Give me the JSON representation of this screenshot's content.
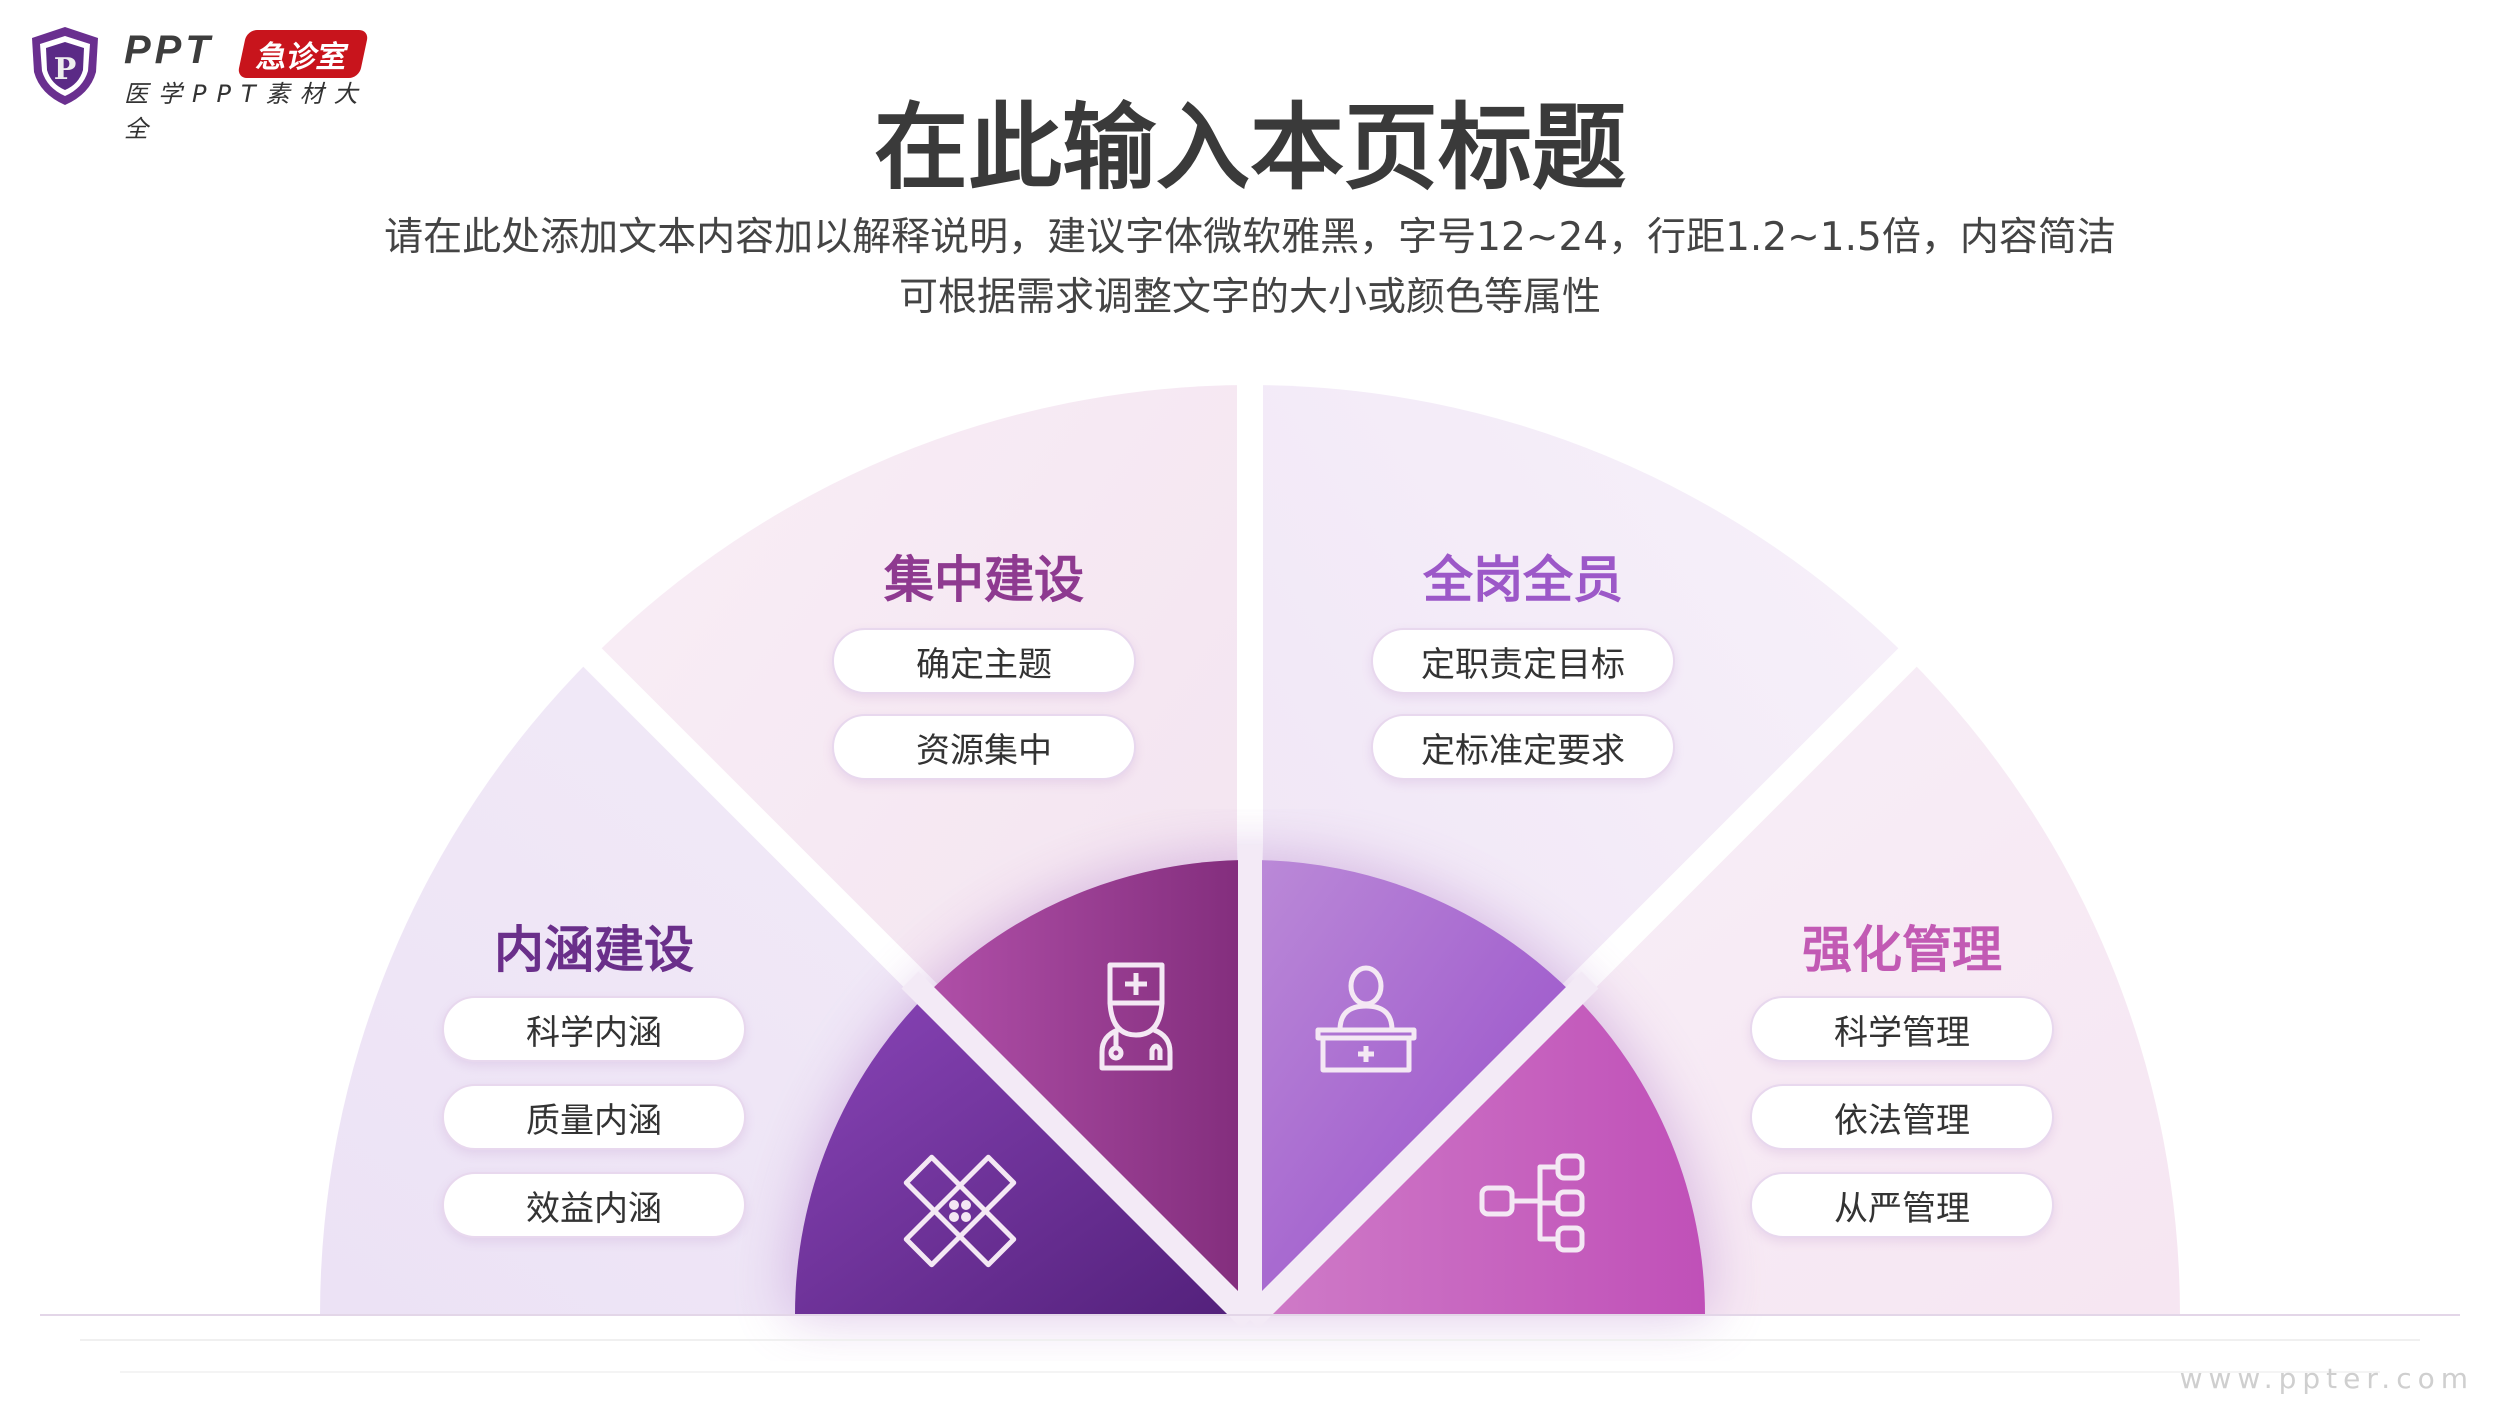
{
  "logo": {
    "brand": "PPT",
    "badge": "急诊室",
    "tagline": "医学PPT素材大全",
    "shield_letter": "P"
  },
  "header": {
    "title": "在此输入本页标题",
    "subtitle_lines": [
      "请在此处添加文本内容加以解释说明，建议字体微软雅黑，字号12~24，行距1.2~1.5倍，内容简洁",
      "可根据需求调整文字的大小或颜色等属性"
    ]
  },
  "sections": [
    {
      "title": "内涵建设",
      "color": "#6a2f8a",
      "items": [
        "科学内涵",
        "质量内涵",
        "效益内涵"
      ],
      "icon": "bandage-icon"
    },
    {
      "title": "集中建设",
      "color": "#8e3a90",
      "items": [
        "确定主题",
        "资源集中"
      ],
      "icon": "doctor-icon"
    },
    {
      "title": "全岗全员",
      "color": "#9c58c8",
      "items": [
        "定职责定目标",
        "定标准定要求"
      ],
      "icon": "reception-desk-icon"
    },
    {
      "title": "强化管理",
      "color": "#c25ab4",
      "items": [
        "科学管理",
        "依法管理",
        "从严管理"
      ],
      "icon": "hierarchy-icon"
    }
  ],
  "watermark": "www.ppter.com"
}
